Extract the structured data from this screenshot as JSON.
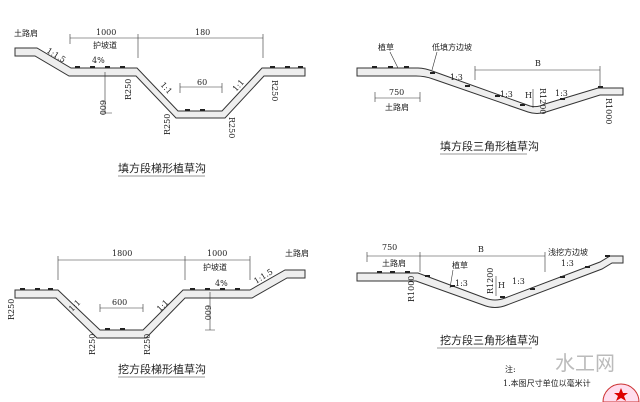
{
  "diagrams": [
    {
      "title": "填方段梯形植草沟",
      "labels": {
        "shoulder": "土路肩",
        "berm": "护坡道",
        "slope_outer": "1:1.5",
        "gradient": "4%",
        "dim_berm": "1000",
        "dim_top": "180",
        "dim_bottom": "60",
        "depth": "600",
        "slope_l": "1:1",
        "slope_r": "1:1",
        "radius": "R250"
      }
    },
    {
      "title": "填方段三角形植草沟",
      "labels": {
        "grass": "植草",
        "low_fill_slope": "低填方边坡",
        "dim_shoulder": "750",
        "shoulder": "土路肩",
        "width": "B",
        "depth": "H",
        "slope_a": "1:3",
        "slope_b": "1:3",
        "slope_c": "1:3",
        "radius_a": "R1200",
        "radius_b": "R1000"
      }
    },
    {
      "title": "挖方段梯形植草沟",
      "labels": {
        "shoulder": "土路肩",
        "berm": "护坡道",
        "slope_outer": "1:1.5",
        "gradient": "4%",
        "dim_top": "1800",
        "dim_berm": "1000",
        "dim_bottom": "600",
        "depth": "600",
        "slope_l": "1:1",
        "slope_r": "1:1",
        "radius": "R250"
      }
    },
    {
      "title": "挖方段三角形植草沟",
      "labels": {
        "dim_shoulder": "750",
        "shoulder": "土路肩",
        "width": "B",
        "shallow_cut_slope": "浅挖方边坡",
        "grass": "植草",
        "depth": "H",
        "slope_a": "1:3",
        "slope_b": "1:3",
        "slope_c": "1:3",
        "radius_a": "R1200",
        "radius_b": "R1000"
      }
    }
  ],
  "notes": {
    "heading": "注:",
    "line1": "1.本图尺寸单位以毫米计"
  },
  "watermark": {
    "text": "水工网"
  }
}
